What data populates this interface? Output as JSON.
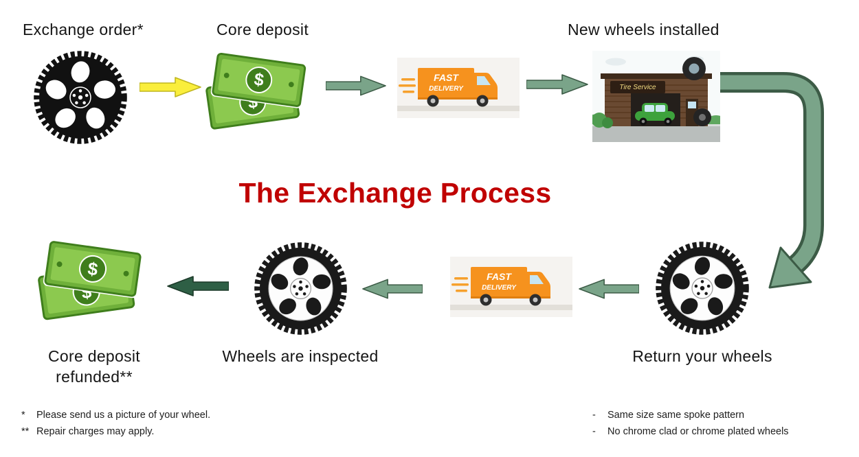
{
  "title": "The Exchange Process",
  "steps": {
    "exchange_order": "Exchange order*",
    "core_deposit": "Core deposit",
    "new_wheels_installed": "New wheels installed",
    "return_your_wheels": "Return your wheels",
    "wheels_are_inspected": "Wheels are inspected",
    "core_deposit_refunded_line1": "Core deposit",
    "core_deposit_refunded_line2": "refunded**"
  },
  "truck": {
    "line1": "FAST",
    "line2": "DELIVERY"
  },
  "shop": {
    "sign": "Tire Service"
  },
  "money": {
    "currency_symbol": "$"
  },
  "footnotes": {
    "left": [
      {
        "marker": "*",
        "text": "Please send us a picture of your wheel."
      },
      {
        "marker": "**",
        "text": "Repair charges may apply."
      }
    ],
    "right": [
      {
        "marker": "-",
        "text": "Same size same spoke pattern"
      },
      {
        "marker": "-",
        "text": "No chrome clad or chrome plated wheels"
      }
    ]
  },
  "colors": {
    "title": "#C00000",
    "arrow_yellow": "#FAEE3C",
    "arrow_green": "#7AA489",
    "arrow_dark_green": "#2E5F45"
  }
}
